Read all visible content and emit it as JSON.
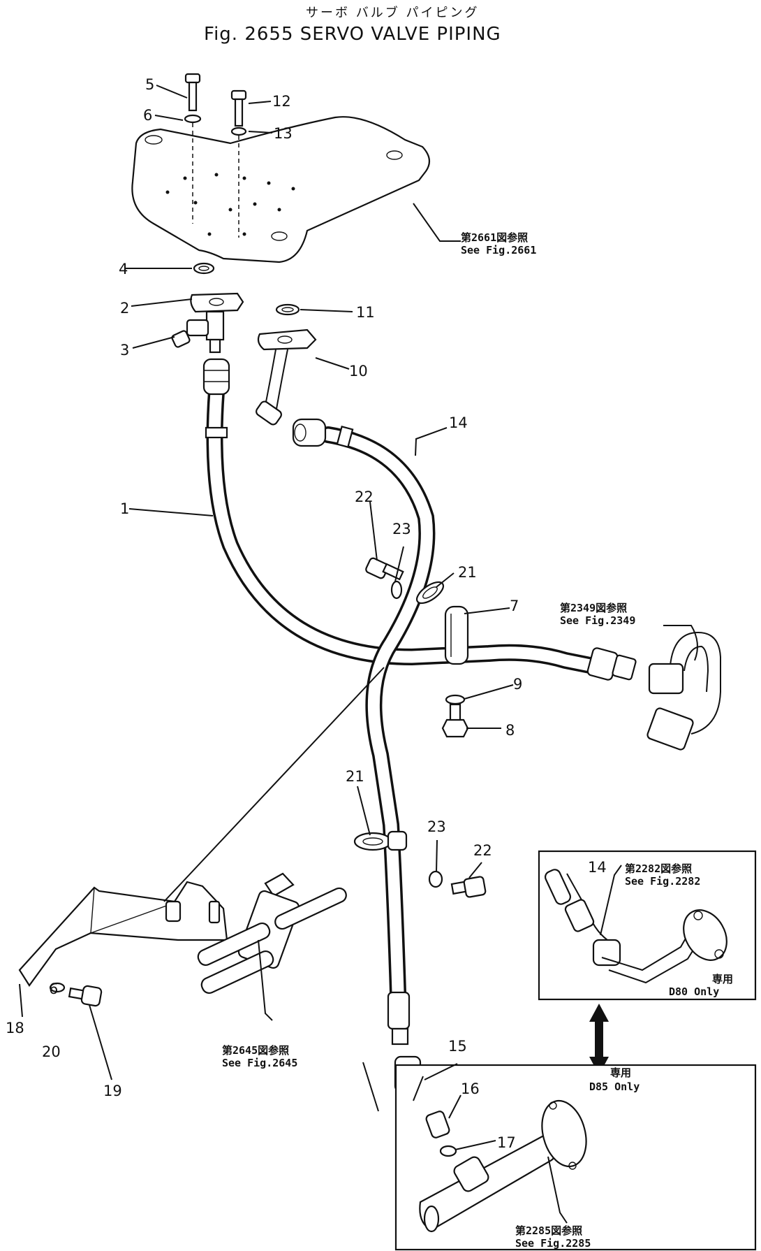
{
  "title": {
    "japanese": "サーボ バルブ パイピング",
    "english": "Fig. 2655 SERVO VALVE PIPING"
  },
  "callouts": {
    "c1": "1",
    "c2": "2",
    "c3": "3",
    "c4": "4",
    "c5": "5",
    "c6": "6",
    "c6b": "6",
    "c7": "7",
    "c8": "8",
    "c9": "9",
    "c10": "10",
    "c11": "11",
    "c12": "12",
    "c13": "13",
    "c14": "14",
    "c14b": "14",
    "c15": "15",
    "c16": "16",
    "c17": "17",
    "c18": "18",
    "c19": "19",
    "c20": "20",
    "c21": "21",
    "c21b": "21",
    "c22": "22",
    "c22b": "22",
    "c23": "23",
    "c23b": "23"
  },
  "references": {
    "fig2661": {
      "jp": "第2661図参照",
      "en": "See Fig.2661"
    },
    "fig2349": {
      "jp": "第2349図参照",
      "en": "See Fig.2349"
    },
    "fig2282": {
      "jp": "第2282図参照",
      "en": "See Fig.2282"
    },
    "fig2645": {
      "jp": "第2645図参照",
      "en": "See Fig.2645"
    },
    "fig2285": {
      "jp": "第2285図参照",
      "en": "See Fig.2285"
    }
  },
  "insets": {
    "d80": {
      "jp": "専用",
      "en": "D80 Only"
    },
    "d85": {
      "jp": "専用",
      "en": "D85 Only"
    }
  }
}
